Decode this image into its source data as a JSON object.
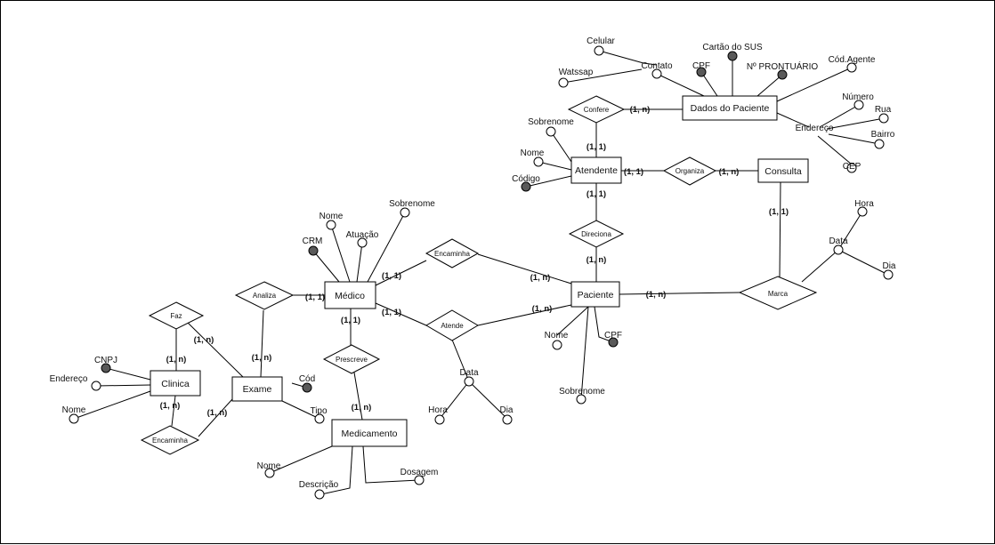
{
  "entities": [
    {
      "id": "dados_paciente",
      "label": "Dados do Paciente"
    },
    {
      "id": "atendente",
      "label": "Atendente"
    },
    {
      "id": "consulta",
      "label": "Consulta"
    },
    {
      "id": "medico",
      "label": "Médico"
    },
    {
      "id": "paciente",
      "label": "Paciente"
    },
    {
      "id": "clinica",
      "label": "Clinica"
    },
    {
      "id": "exame",
      "label": "Exame"
    },
    {
      "id": "medicamento",
      "label": "Medicamento"
    }
  ],
  "relationships": [
    {
      "id": "confere",
      "label": "Confere"
    },
    {
      "id": "organiza",
      "label": "Organiza"
    },
    {
      "id": "direciona",
      "label": "Direciona"
    },
    {
      "id": "encaminha_medico",
      "label": "Encaminha"
    },
    {
      "id": "atende",
      "label": "Atende"
    },
    {
      "id": "marca",
      "label": "Marca"
    },
    {
      "id": "analiza",
      "label": "Analiza"
    },
    {
      "id": "faz",
      "label": "Faz"
    },
    {
      "id": "prescreve",
      "label": "Prescreve"
    },
    {
      "id": "encaminha_clinica",
      "label": "Encaminha"
    }
  ],
  "attributes": [
    {
      "id": "celular",
      "label": "Celular",
      "key": false
    },
    {
      "id": "watssap",
      "label": "Watssap",
      "key": false
    },
    {
      "id": "contato",
      "label": "Contato",
      "key": false
    },
    {
      "id": "cartao_sus",
      "label": "Cartão do SUS",
      "key": true
    },
    {
      "id": "cpf_dados",
      "label": "CPF",
      "key": true
    },
    {
      "id": "prontuario",
      "label": "Nº PRONTUÁRIO",
      "key": true
    },
    {
      "id": "cod_agente",
      "label": "Cód.Agente",
      "key": false
    },
    {
      "id": "numero",
      "label": "Número",
      "key": false
    },
    {
      "id": "rua",
      "label": "Rua",
      "key": false
    },
    {
      "id": "endereco_paciente",
      "label": "Endereço",
      "key": false
    },
    {
      "id": "bairro",
      "label": "Bairro",
      "key": false
    },
    {
      "id": "cep",
      "label": "CEP",
      "key": false
    },
    {
      "id": "sobrenome_atendente",
      "label": "Sobrenome",
      "key": false
    },
    {
      "id": "nome_atendente",
      "label": "Nome",
      "key": false
    },
    {
      "id": "codigo_atendente",
      "label": "Código",
      "key": true
    },
    {
      "id": "hora_marca",
      "label": "Hora",
      "key": false
    },
    {
      "id": "data_marca",
      "label": "Data",
      "key": false
    },
    {
      "id": "dia_marca",
      "label": "Dia",
      "key": false
    },
    {
      "id": "nome_medico",
      "label": "Nome",
      "key": false
    },
    {
      "id": "sobrenome_medico",
      "label": "Sobrenome",
      "key": false
    },
    {
      "id": "crm",
      "label": "CRM",
      "key": true
    },
    {
      "id": "atuacao",
      "label": "Atuação",
      "key": false
    },
    {
      "id": "nome_paciente",
      "label": "Nome",
      "key": false
    },
    {
      "id": "cpf_paciente",
      "label": "CPF",
      "key": true
    },
    {
      "id": "sobrenome_paciente",
      "label": "Sobrenome",
      "key": false
    },
    {
      "id": "data_atende",
      "label": "Data",
      "key": false
    },
    {
      "id": "hora_atende",
      "label": "Hora",
      "key": false
    },
    {
      "id": "dia_atende",
      "label": "Dia",
      "key": false
    },
    {
      "id": "cnpj",
      "label": "CNPJ",
      "key": true
    },
    {
      "id": "endereco_clinica",
      "label": "Endereço",
      "key": false
    },
    {
      "id": "nome_clinica",
      "label": "Nome",
      "key": false
    },
    {
      "id": "cod_exame",
      "label": "Cód",
      "key": true
    },
    {
      "id": "tipo_exame",
      "label": "Tipo",
      "key": false
    },
    {
      "id": "nome_medicamento",
      "label": "Nome",
      "key": false
    },
    {
      "id": "descricao",
      "label": "Descrição",
      "key": false
    },
    {
      "id": "dosagem",
      "label": "Dosagem",
      "key": false
    }
  ],
  "cardinalities": [
    {
      "id": "c_confere_dados",
      "label": "(1, n)"
    },
    {
      "id": "c_confere_atendente",
      "label": "(1, 1)"
    },
    {
      "id": "c_organiza_atendente",
      "label": "(1, 1)"
    },
    {
      "id": "c_organiza_consulta",
      "label": "(1, n)"
    },
    {
      "id": "c_direciona_atendente",
      "label": "(1, 1)"
    },
    {
      "id": "c_direciona_paciente",
      "label": "(1, n)"
    },
    {
      "id": "c_marca_consulta",
      "label": "(1, 1)"
    },
    {
      "id": "c_marca_paciente",
      "label": "(1, n)"
    },
    {
      "id": "c_encaminha_medico",
      "label": "(1, 1)"
    },
    {
      "id": "c_encaminha_paciente",
      "label": "(1, n)"
    },
    {
      "id": "c_atende_medico",
      "label": "(1, 1)"
    },
    {
      "id": "c_atende_paciente",
      "label": "(1, n)"
    },
    {
      "id": "c_analiza_medico",
      "label": "(1, 1)"
    },
    {
      "id": "c_analiza_exame",
      "label": "(1, n)"
    },
    {
      "id": "c_prescreve_medico",
      "label": "(1, 1)"
    },
    {
      "id": "c_prescreve_medicamento",
      "label": "(1, n)"
    },
    {
      "id": "c_faz_clinica",
      "label": "(1, n)"
    },
    {
      "id": "c_faz_exame",
      "label": "(1, n)"
    },
    {
      "id": "c_encaminha_clinica",
      "label": "(1, n)"
    },
    {
      "id": "c_encaminha_exame",
      "label": "(1, n)"
    }
  ],
  "colors": {
    "stroke": "#000000",
    "key_fill": "#595959",
    "background": "#ffffff"
  }
}
